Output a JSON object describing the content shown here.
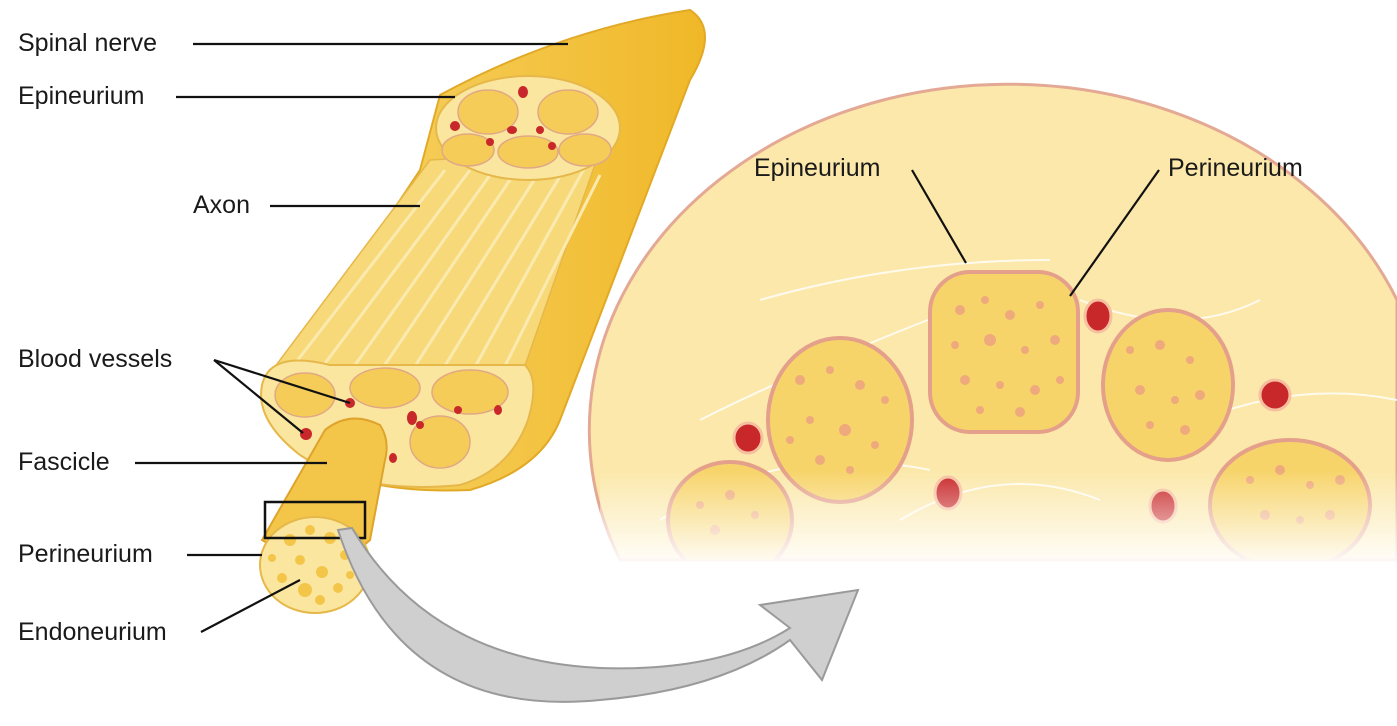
{
  "labels": {
    "spinal_nerve": "Spinal nerve",
    "epineurium_left": "Epineurium",
    "axon": "Axon",
    "blood_vessels": "Blood vessels",
    "fascicle": "Fascicle",
    "perineurium_left": "Perineurium",
    "endoneurium": "Endoneurium",
    "epineurium_right": "Epineurium",
    "perineurium_right": "Perineurium"
  },
  "colors": {
    "nerve_yellow": "#f5c33c",
    "nerve_light": "#fbe6a0",
    "fascicle_fill": "#f7d46a",
    "perineurium_pink": "#e6a38a",
    "endoneurium_dots": "#eeaa7c",
    "blood_vessel_red": "#c8282a",
    "arrow_gray": "#c8c8c8",
    "leader_line": "#111111"
  }
}
